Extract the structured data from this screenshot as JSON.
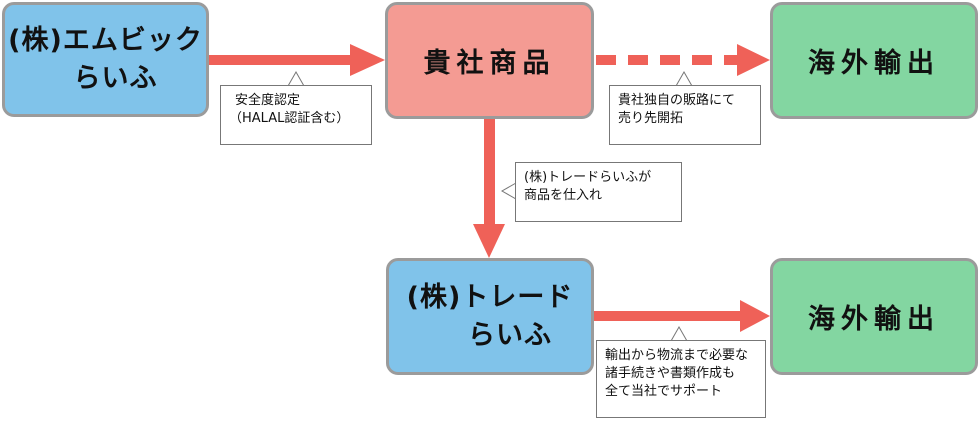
{
  "nodes": {
    "embic": {
      "line1": "(株)エムビック",
      "line2": "らいふ"
    },
    "your_product": {
      "label": "貴社商品"
    },
    "export_top": {
      "label": "海外輸出"
    },
    "trade": {
      "line1": "(株)トレード",
      "line2": "らいふ"
    },
    "export_bottom": {
      "label": "海外輸出"
    }
  },
  "notes": {
    "safety": {
      "line1": "安全度認定",
      "line2": "（HALAL認証含む）"
    },
    "own_channel": {
      "line1": "貴社独自の販路にて",
      "line2": "売り先開拓"
    },
    "purchase": {
      "line1": "(株)トレードらいふが",
      "line2": "商品を仕入れ"
    },
    "support": {
      "line1": "輸出から物流まで必要な",
      "line2": "諸手続きや書類作成も",
      "line3": "全て当社でサポート"
    }
  },
  "colors": {
    "arrow": "#ef6158",
    "blue_box": "#80c3ea",
    "pink_box": "#f49b93",
    "green_box": "#83d6a1",
    "border": "#9b9b9b"
  }
}
